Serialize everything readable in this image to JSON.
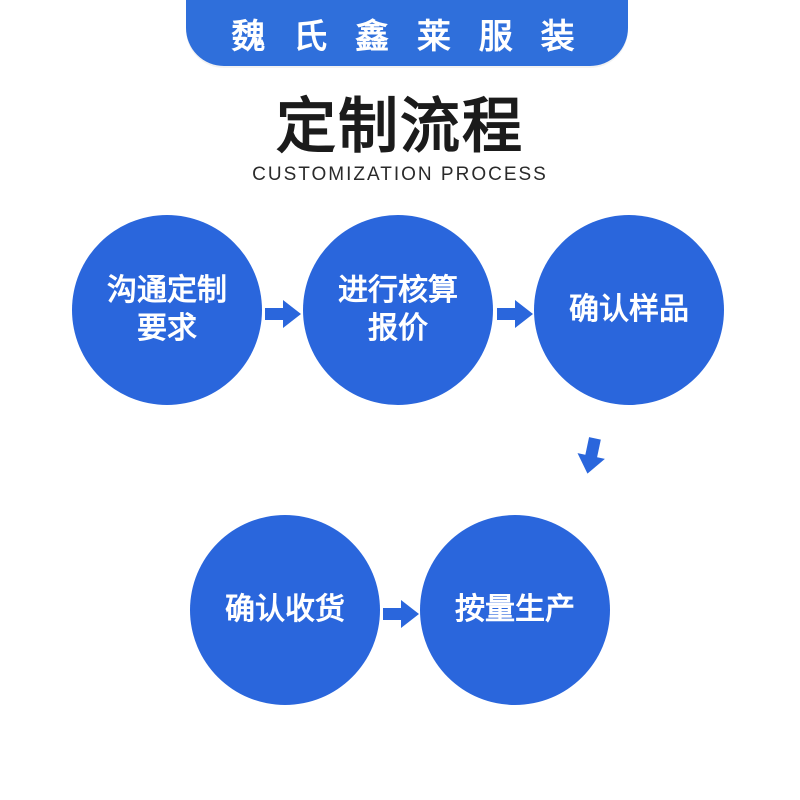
{
  "brand": "魏 氏 鑫 莱 服 装",
  "title": {
    "cn": "定制流程",
    "en": "CUSTOMIZATION PROCESS"
  },
  "steps": [
    {
      "label": "沟通定制要求"
    },
    {
      "label": "进行核算报价"
    },
    {
      "label": "确认样品"
    },
    {
      "label": "确认收货"
    },
    {
      "label": "按量生产"
    }
  ],
  "colors": {
    "primary": "#2a66dc",
    "banner": "#2f6fdb",
    "title_text": "#1b1b1b",
    "background": "#ffffff"
  },
  "icons": {
    "arrow_right": "arrow-right-icon",
    "arrow_down": "arrow-down-icon"
  }
}
